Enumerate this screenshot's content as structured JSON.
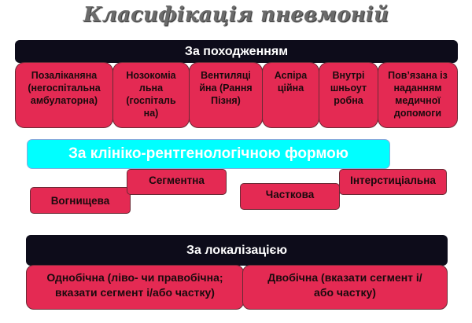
{
  "title": "Класифікація пневмоній",
  "colors": {
    "dark": "#0d0c1a",
    "pink": "#e42a53",
    "cyan": "#00ffff"
  },
  "origin": {
    "header": "За походженням",
    "items": [
      "Позаліканяна (негоспітальна амбулаторна)",
      "Нозокоміа льна (госпіталь на)",
      "Вентиляці йна (Рання Пізня)",
      "Аспіра ційна",
      "Внутрі шньоут робна",
      "Пов’язана із наданням медичної допомоги"
    ]
  },
  "form": {
    "header": "За клініко-рентгенологічною формою",
    "items": [
      "Вогнищева",
      "Сегментна",
      "Часткова",
      "Інтерстиціальна"
    ]
  },
  "localization": {
    "header": "За локалізацією",
    "items": [
      "Однобічна (ліво- чи правобічна; вказати сегмент і/або частку)",
      "Двобічна (вказати сегмент і/або частку)"
    ]
  }
}
